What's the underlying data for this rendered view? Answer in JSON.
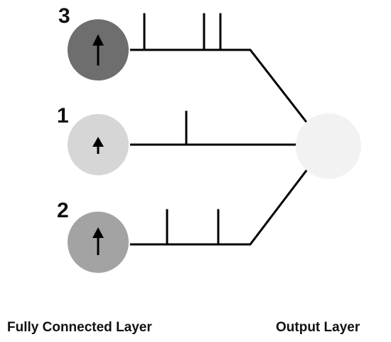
{
  "labels": {
    "fully_connected_layer": "Fully Connected Layer",
    "output_layer": "Output Layer"
  },
  "nodes": [
    {
      "number": "3",
      "color": "#6e6e6e"
    },
    {
      "number": "1",
      "color": "#d6d6d6"
    },
    {
      "number": "2",
      "color": "#a3a3a3"
    }
  ],
  "output_node": {
    "color": "#f2f2f2"
  },
  "colors": {
    "line": "#000000",
    "text": "#111111"
  }
}
